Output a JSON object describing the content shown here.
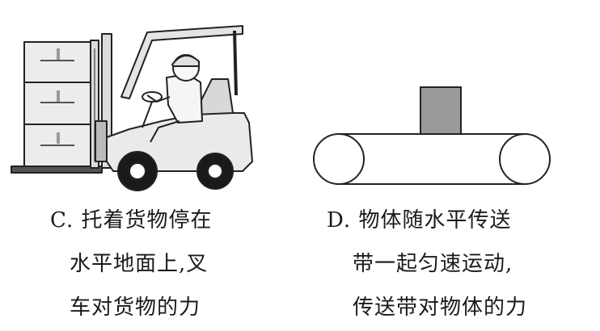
{
  "options": [
    {
      "id": "C",
      "lines": [
        "C. 托着货物停在",
        "水平地面上,叉",
        "车对货物的力"
      ]
    },
    {
      "id": "D",
      "lines": [
        "D. 物体随水平传送",
        "带一起匀速运动,",
        "传送带对物体的力"
      ]
    }
  ]
}
